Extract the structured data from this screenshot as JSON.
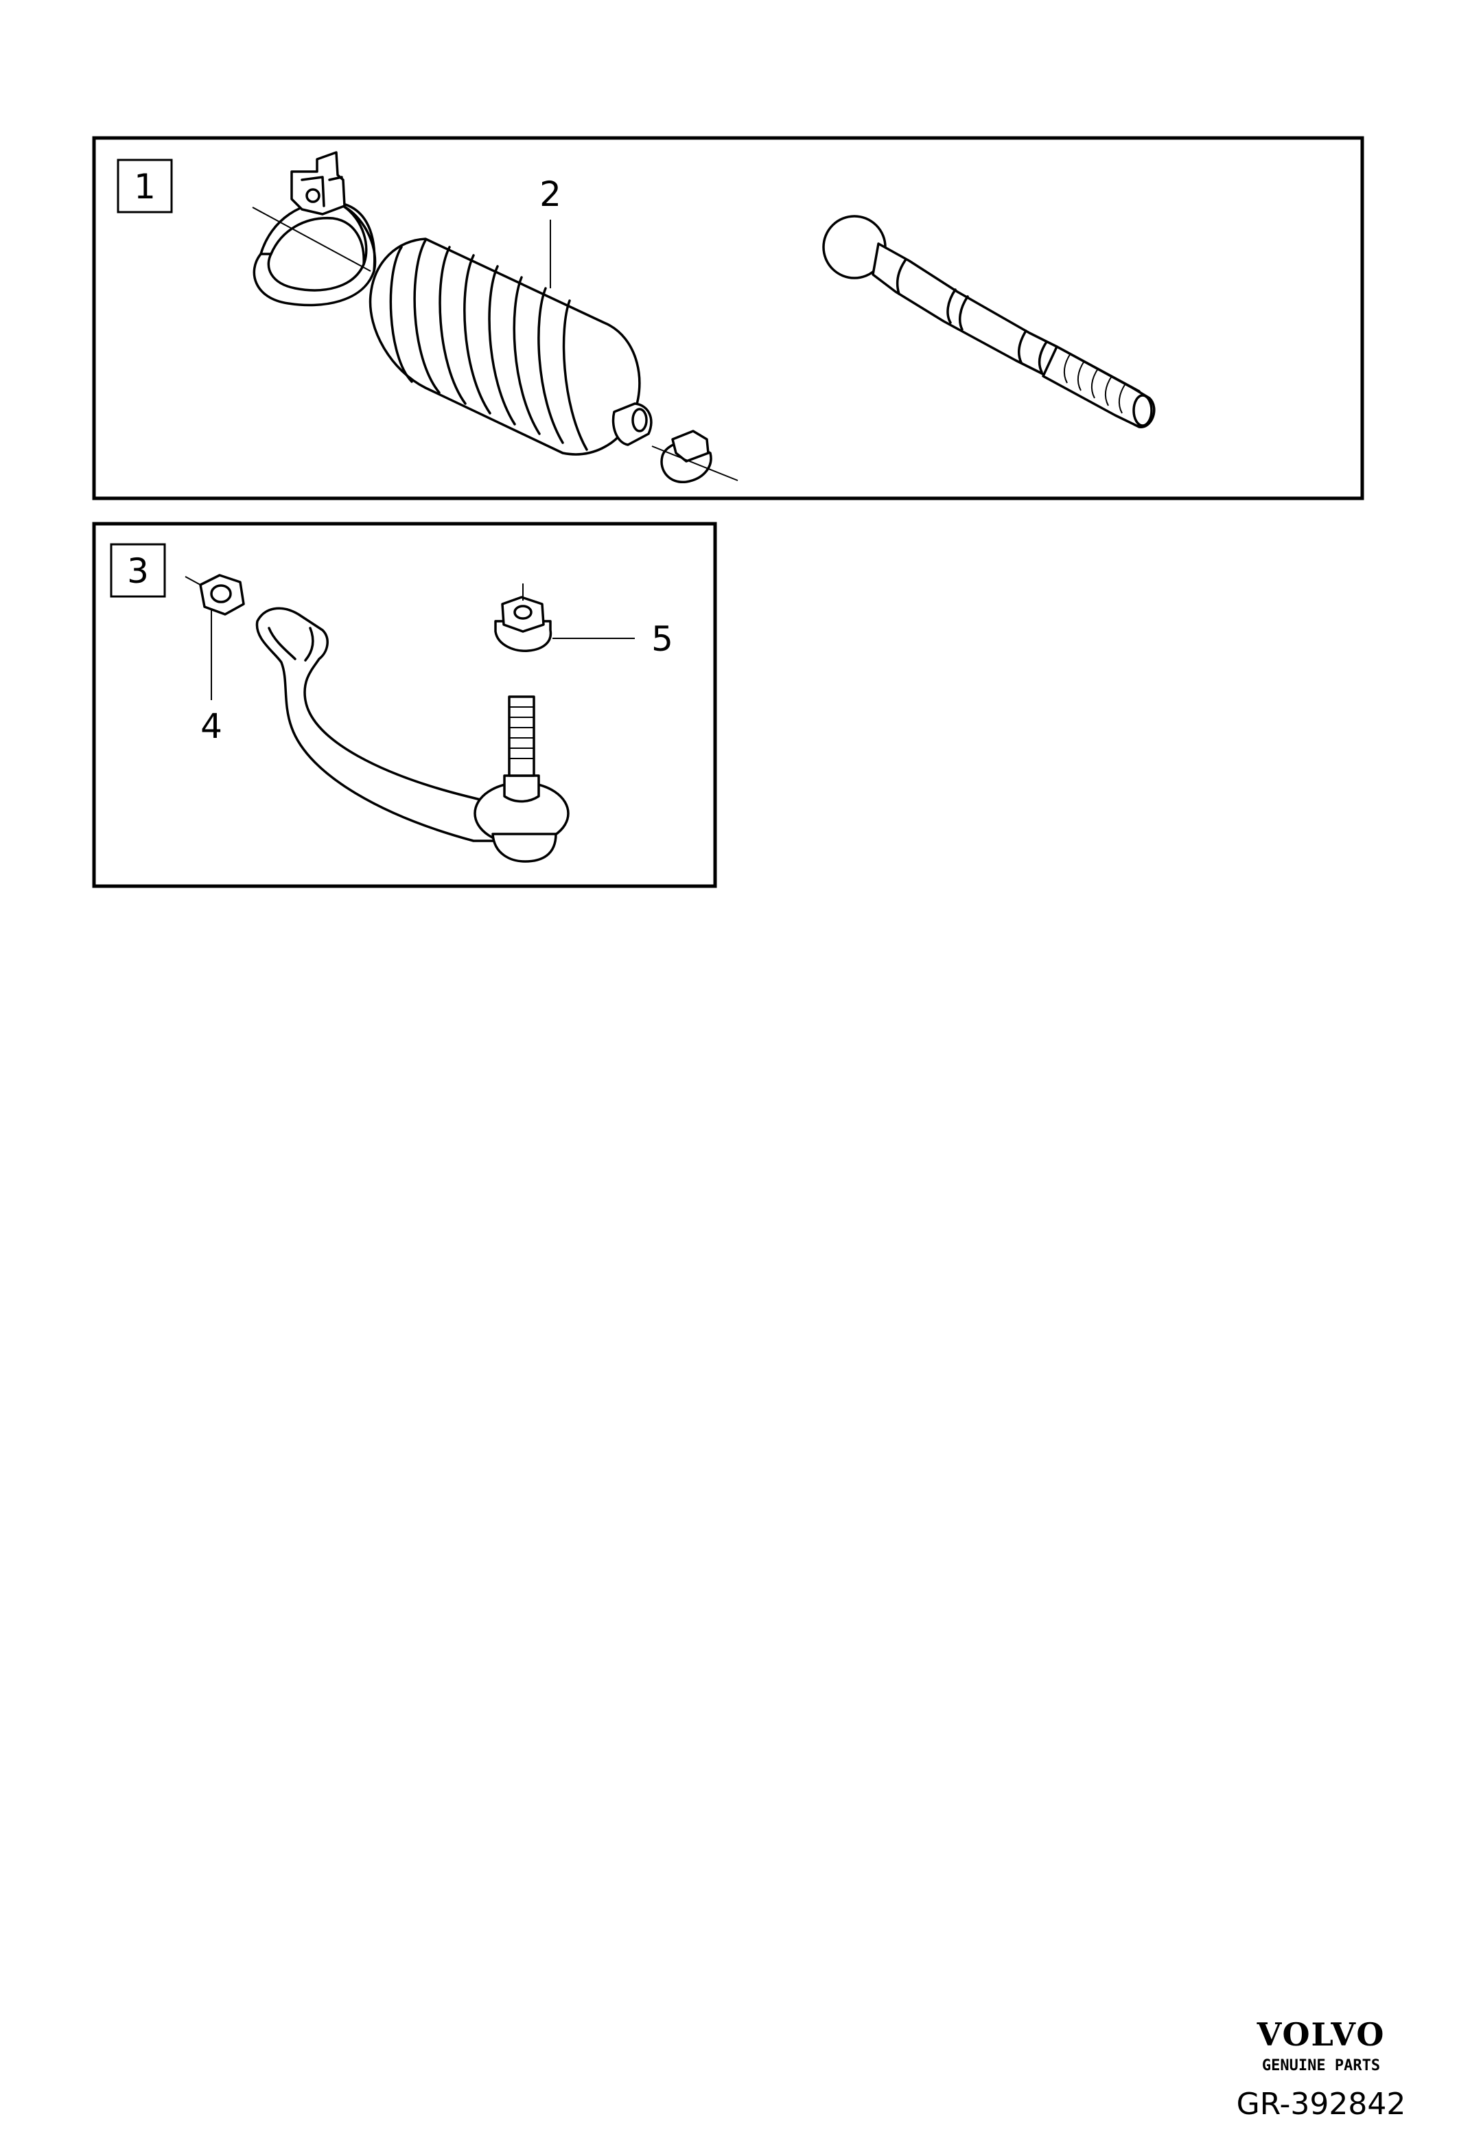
{
  "panels": [
    {
      "id": "1",
      "box_label": "1"
    },
    {
      "id": "3",
      "box_label": "3"
    }
  ],
  "callouts": {
    "boot": "2",
    "nut": "4",
    "flange_nut": "5"
  },
  "footer": {
    "brand": "VOLVO",
    "tagline": "GENUINE PARTS",
    "reference": "GR-392842"
  }
}
